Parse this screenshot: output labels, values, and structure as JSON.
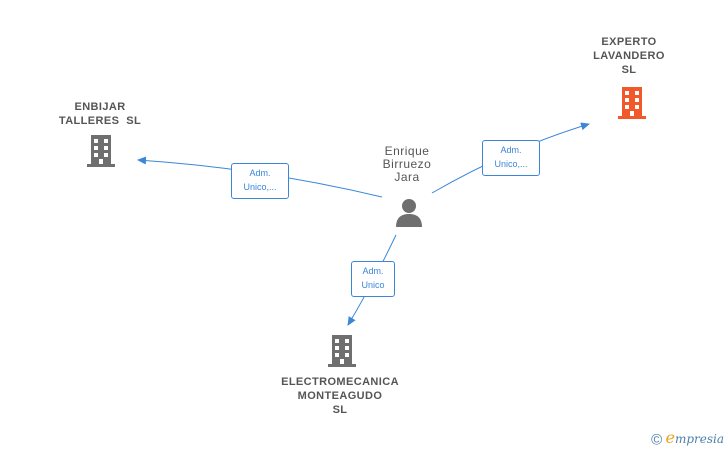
{
  "nodes": {
    "experto": {
      "lines": [
        "EXPERTO",
        "LAVANDERO",
        "SL"
      ],
      "color": "#f2592a"
    },
    "enbijar": {
      "lines": [
        "ENBIJAR",
        "TALLERES  SL"
      ],
      "color": "#6f6f6f"
    },
    "electromecanica": {
      "lines": [
        "ELECTROMECANICA",
        "MONTEAGUDO",
        "SL"
      ],
      "color": "#6f6f6f"
    },
    "person": {
      "lines": [
        "Enrique",
        "Birruezo",
        "Jara"
      ],
      "color": "#6f6f6f"
    }
  },
  "edges": [
    {
      "id": "to-experto",
      "label_lines": [
        "Adm.",
        "Unico,..."
      ]
    },
    {
      "id": "to-enbijar",
      "label_lines": [
        "Adm.",
        "Unico,..."
      ]
    },
    {
      "id": "to-electromecanica",
      "label_lines": [
        "Adm.",
        "Unico"
      ]
    }
  ],
  "edge_color": "#3b86d8",
  "footer": {
    "copyright_symbol": "©",
    "brand_first": "e",
    "brand_rest": "mpresia"
  }
}
